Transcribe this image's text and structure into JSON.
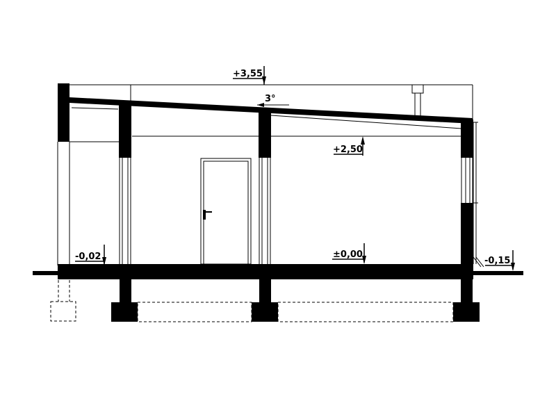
{
  "drawing": {
    "type": "building cross-section",
    "levels": [
      {
        "id": "top",
        "text": "+3,55",
        "value": 3.55
      },
      {
        "id": "ceiling",
        "text": "+2,50",
        "value": 2.5
      },
      {
        "id": "floor",
        "text": "±0,00",
        "value": 0.0
      },
      {
        "id": "terrace",
        "text": "-0,02",
        "value": -0.02
      },
      {
        "id": "ground",
        "text": "-0,15",
        "value": -0.15
      }
    ],
    "roof_slope": {
      "text": "3°",
      "degrees": 3
    },
    "colors": {
      "ink": "#000000",
      "paper": "#ffffff"
    }
  }
}
